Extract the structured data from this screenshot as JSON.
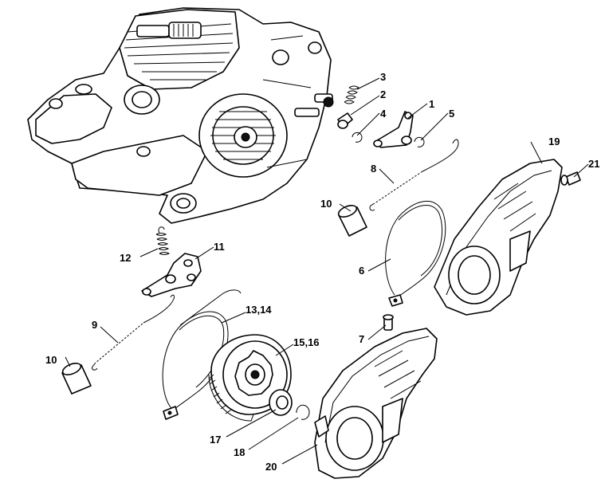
{
  "diagram": {
    "labels": {
      "p1": "1",
      "p2": "2",
      "p3": "3",
      "p4": "4",
      "p5": "5",
      "p6": "6",
      "p7": "7",
      "p8": "8",
      "p9": "9",
      "p10a": "10",
      "p10b": "10",
      "p11": "11",
      "p12": "12",
      "p13_14": "13,14",
      "p15_16": "15,16",
      "p17": "17",
      "p18": "18",
      "p19": "19",
      "p20": "20",
      "p21": "21"
    }
  }
}
